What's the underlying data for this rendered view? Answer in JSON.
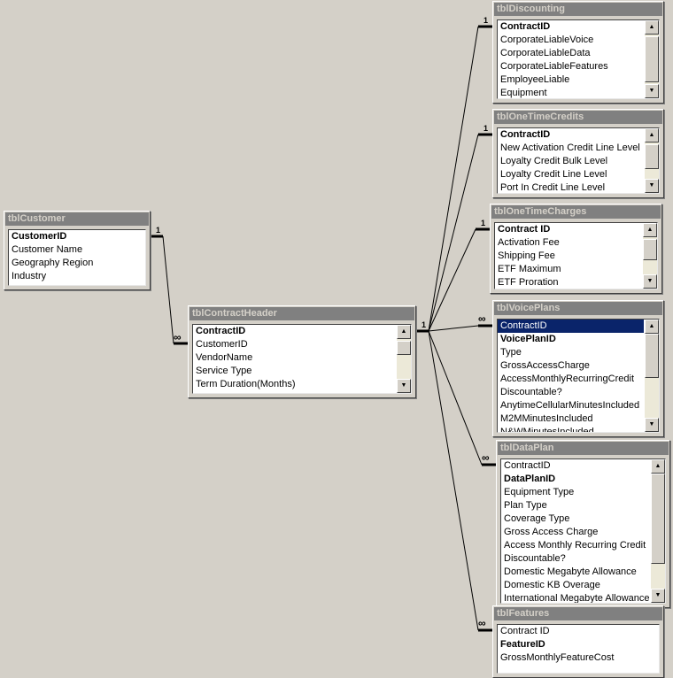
{
  "tables": {
    "customer": {
      "title": "tblCustomer",
      "fields": [
        {
          "name": "CustomerID",
          "key": true
        },
        {
          "name": "Customer Name"
        },
        {
          "name": "Geography Region"
        },
        {
          "name": "Industry"
        }
      ]
    },
    "contract_header": {
      "title": "tblContractHeader",
      "fields": [
        {
          "name": "ContractID",
          "key": true
        },
        {
          "name": "CustomerID"
        },
        {
          "name": "VendorName"
        },
        {
          "name": "Service Type"
        },
        {
          "name": "Term Duration(Months)"
        }
      ]
    },
    "discounting": {
      "title": "tblDiscounting",
      "fields": [
        {
          "name": "ContractID",
          "key": true
        },
        {
          "name": "CorporateLiableVoice"
        },
        {
          "name": "CorporateLiableData"
        },
        {
          "name": "CorporateLiableFeatures"
        },
        {
          "name": "EmployeeLiable"
        },
        {
          "name": "Equipment"
        }
      ]
    },
    "one_time_credits": {
      "title": "tblOneTimeCredits",
      "fields": [
        {
          "name": "ContractID",
          "key": true
        },
        {
          "name": "New Activation Credit Line Level"
        },
        {
          "name": "Loyalty Credit Bulk Level"
        },
        {
          "name": "Loyalty Credit Line Level"
        },
        {
          "name": "Port In Credit Line Level"
        }
      ]
    },
    "one_time_charges": {
      "title": "tblOneTimeCharges",
      "fields": [
        {
          "name": "Contract ID",
          "key": true
        },
        {
          "name": "Activation Fee"
        },
        {
          "name": "Shipping Fee"
        },
        {
          "name": "ETF Maximum"
        },
        {
          "name": "ETF Proration"
        }
      ]
    },
    "voice_plans": {
      "title": "tblVoicePlans",
      "fields": [
        {
          "name": "ContractID",
          "selected": true
        },
        {
          "name": "VoicePlanID",
          "key": true
        },
        {
          "name": "Type"
        },
        {
          "name": "GrossAccessCharge"
        },
        {
          "name": "AccessMonthlyRecurringCredit"
        },
        {
          "name": "Discountable?"
        },
        {
          "name": "AnytimeCellularMinutesIncluded"
        },
        {
          "name": "M2MMinutesIncluded"
        },
        {
          "name": "N&WMinutesIncluded"
        }
      ]
    },
    "data_plan": {
      "title": "tblDataPlan",
      "fields": [
        {
          "name": "ContractID"
        },
        {
          "name": "DataPlanID",
          "key": true
        },
        {
          "name": "Equipment Type"
        },
        {
          "name": "Plan Type"
        },
        {
          "name": "Coverage Type"
        },
        {
          "name": "Gross Access Charge"
        },
        {
          "name": "Access Monthly Recurring Credit"
        },
        {
          "name": "Discountable?"
        },
        {
          "name": "Domestic Megabyte Allowance"
        },
        {
          "name": "Domestic KB Overage"
        },
        {
          "name": "International Megabyte Allowance"
        }
      ]
    },
    "features": {
      "title": "tblFeatures",
      "fields": [
        {
          "name": "Contract ID"
        },
        {
          "name": "FeatureID",
          "key": true
        },
        {
          "name": "GrossMonthlyFeatureCost"
        }
      ]
    }
  },
  "relationships": [
    {
      "from": "customer",
      "to": "contract_header",
      "from_card": "1",
      "to_card": "∞"
    },
    {
      "from": "contract_header",
      "to": "discounting",
      "from_card": "1",
      "to_card": "1"
    },
    {
      "from": "contract_header",
      "to": "one_time_credits",
      "from_card": "1",
      "to_card": "1"
    },
    {
      "from": "contract_header",
      "to": "one_time_charges",
      "from_card": "1",
      "to_card": "1"
    },
    {
      "from": "contract_header",
      "to": "voice_plans",
      "from_card": "1",
      "to_card": "∞"
    },
    {
      "from": "contract_header",
      "to": "data_plan",
      "from_card": "1",
      "to_card": "∞"
    },
    {
      "from": "contract_header",
      "to": "features",
      "from_card": "1",
      "to_card": "∞"
    }
  ],
  "icons": {
    "scroll_up": "scroll-up-arrow-icon",
    "scroll_down": "scroll-down-arrow-icon"
  },
  "colors": {
    "canvas": "#d4d0c8",
    "title_bar": "#808080",
    "selection": "#0a246a"
  }
}
